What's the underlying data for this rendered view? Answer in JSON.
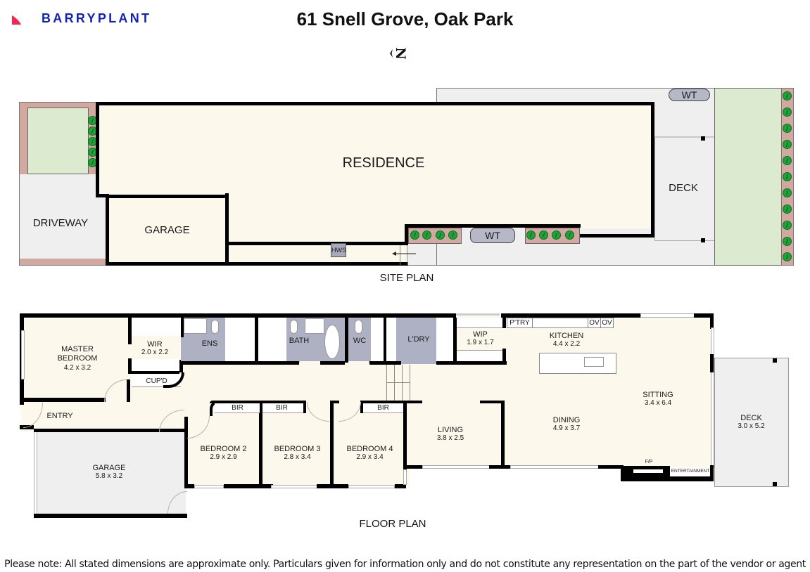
{
  "brand": {
    "name": "BARRYPLANT",
    "accent_color": "#f5274e",
    "text_color": "#1222b8"
  },
  "title": "61 Snell Grove, Oak Park",
  "north_indicator": "N",
  "site_plan": {
    "heading": "SITE PLAN",
    "labels": {
      "residence": "RESIDENCE",
      "garage": "GARAGE",
      "driveway": "DRIVEWAY",
      "deck": "DECK",
      "water_tank_1": "WT",
      "water_tank_2": "WT",
      "hot_water_service": "HWS"
    },
    "colors": {
      "building": "#fcf8ec",
      "paving": "#efefef",
      "lawn": "#dcead0",
      "garden_bed": "#d3a8a1",
      "shrub": "#1fa23a",
      "water_tank": "#b6b8c8"
    }
  },
  "floor_plan": {
    "heading": "FLOOR PLAN",
    "rooms": {
      "master_bedroom": {
        "name_line1": "MASTER",
        "name_line2": "BEDROOM",
        "dims": "4.2 x 3.2"
      },
      "wir": {
        "name": "WIR",
        "dims": "2.0 x 2.2"
      },
      "ens": {
        "name": "ENS"
      },
      "bath": {
        "name": "BATH"
      },
      "wc": {
        "name": "WC"
      },
      "laundry": {
        "name": "L'DRY"
      },
      "wip": {
        "name": "WIP",
        "dims": "1.9 x 1.7"
      },
      "pantry": {
        "name": "P'TRY"
      },
      "oven1": {
        "name": "OV"
      },
      "oven2": {
        "name": "OV"
      },
      "kitchen": {
        "name": "KITCHEN",
        "dims": "4.4 x 2.2"
      },
      "cupboard": {
        "name": "CUP'D"
      },
      "entry": {
        "name": "ENTRY"
      },
      "garage": {
        "name": "GARAGE",
        "dims": "5.8 x 3.2"
      },
      "bedroom2": {
        "name": "BEDROOM 2",
        "dims": "2.9 x 2.9"
      },
      "bedroom3": {
        "name": "BEDROOM 3",
        "dims": "2.8 x 3.4"
      },
      "bedroom4": {
        "name": "BEDROOM 4",
        "dims": "2.9 x 3.4"
      },
      "bir2": {
        "name": "BIR"
      },
      "bir3": {
        "name": "BIR"
      },
      "bir4": {
        "name": "BIR"
      },
      "living": {
        "name": "LIVING",
        "dims": "3.8 x 2.5"
      },
      "dining": {
        "name": "DINING",
        "dims": "4.9 x 3.7"
      },
      "sitting": {
        "name": "SITTING",
        "dims": "3.4 x 6.4"
      },
      "fireplace": {
        "name": "F/P"
      },
      "entertainment": {
        "name": "ENTERTAINMENT"
      },
      "deck": {
        "name": "DECK",
        "dims": "3.0 x 5.2"
      }
    },
    "colors": {
      "floor": "#fcf8ec",
      "wet_area": "#aeb0c3",
      "garage_deck": "#efefef",
      "wall": "#000000"
    }
  },
  "disclaimer": "Please note: All stated dimensions are approximate only. Particulars given for information only and do not constitute any representation on the part of the vendor or agent"
}
